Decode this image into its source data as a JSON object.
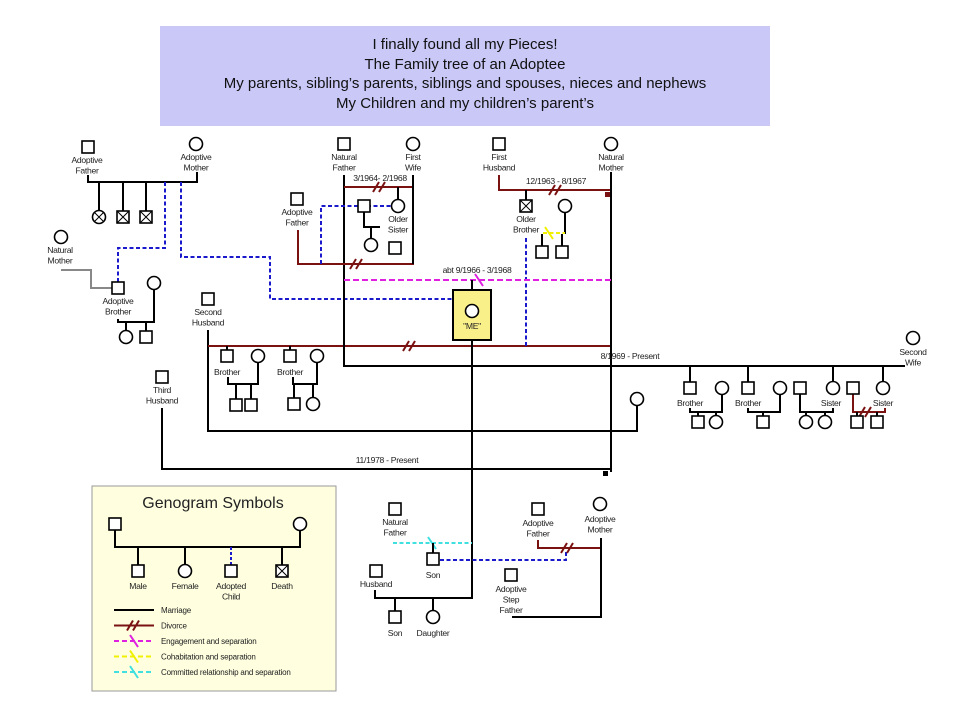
{
  "title": {
    "lines": [
      "I finally found all my Pieces!",
      "The Family tree of an Adoptee",
      "My parents, sibling’s parents, siblings and spouses, nieces and nephews",
      "My Children and my children’s parent’s"
    ]
  },
  "labels": {
    "adoptive_father_1": [
      "Adoptive",
      "Father"
    ],
    "adoptive_mother_1": [
      "Adoptive",
      "Mother"
    ],
    "natural_mother_brother": [
      "Natural",
      "Mother"
    ],
    "adoptive_brother": [
      "Adoptive",
      "Brother"
    ],
    "second_husband": [
      "Second",
      "Husband"
    ],
    "third_husband": [
      "Third",
      "Husband"
    ],
    "natural_father": [
      "Natural",
      "Father"
    ],
    "first_wife": [
      "First",
      "Wife"
    ],
    "adoptive_father_2": [
      "Adoptive",
      "Father"
    ],
    "older_sister": [
      "Older",
      "Sister"
    ],
    "first_husband": [
      "First",
      "Husband"
    ],
    "natural_mother": [
      "Natural",
      "Mother"
    ],
    "older_brother": [
      "Older",
      "Brother"
    ],
    "me": [
      "\"ME\""
    ],
    "brother_a": [
      "Brother"
    ],
    "brother_b": [
      "Brother"
    ],
    "second_wife": [
      "Second",
      "Wife"
    ],
    "brother_c": [
      "Brother"
    ],
    "brother_d": [
      "Brother"
    ],
    "sister_a": [
      "Sister"
    ],
    "sister_b": [
      "Sister"
    ],
    "natural_father_son": [
      "Natural",
      "Father"
    ],
    "son_1": [
      "Son"
    ],
    "husband": [
      "Husband"
    ],
    "son_2": [
      "Son"
    ],
    "daughter": [
      "Daughter"
    ],
    "adoptive_father_son": [
      "Adoptive",
      "Father"
    ],
    "adoptive_mother_son": [
      "Adoptive",
      "Mother"
    ],
    "adoptive_step_father": [
      "Adoptive",
      "Step",
      "Father"
    ]
  },
  "dates": {
    "natural_father_first_wife": "3/1964- 2/1968",
    "first_husband_natural_mother": "12/1963 - 8/1967",
    "engagement": "abt 9/1966 - 3/1968",
    "natural_father_second_wife": "8/1969 - Present",
    "third_husband": "11/1978 - Present"
  },
  "legend": {
    "title": "Genogram Symbols",
    "symbols": {
      "male": [
        "Male"
      ],
      "female": [
        "Female"
      ],
      "adopted": [
        "Adopted",
        "Child"
      ],
      "death": [
        "Death"
      ]
    },
    "lines": [
      {
        "label": "Marriage",
        "type": "marriage"
      },
      {
        "label": "Divorce",
        "type": "divorce"
      },
      {
        "label": "Engagement and separation",
        "type": "engagement"
      },
      {
        "label": "Cohabitation and separation",
        "type": "cohabitation"
      },
      {
        "label": "Committed relationship and separation",
        "type": "committed"
      }
    ]
  },
  "colors": {
    "title_bg": "#c9c8f7",
    "me_box": "#faf08a",
    "legend_bg": "#ffffe0",
    "marriage": "#000000",
    "divorce": "#7a1212",
    "adoption": "#1a1acc",
    "engagement": "#e020e0",
    "cohabitation": "#f0f000",
    "committed": "#40e0e0"
  }
}
